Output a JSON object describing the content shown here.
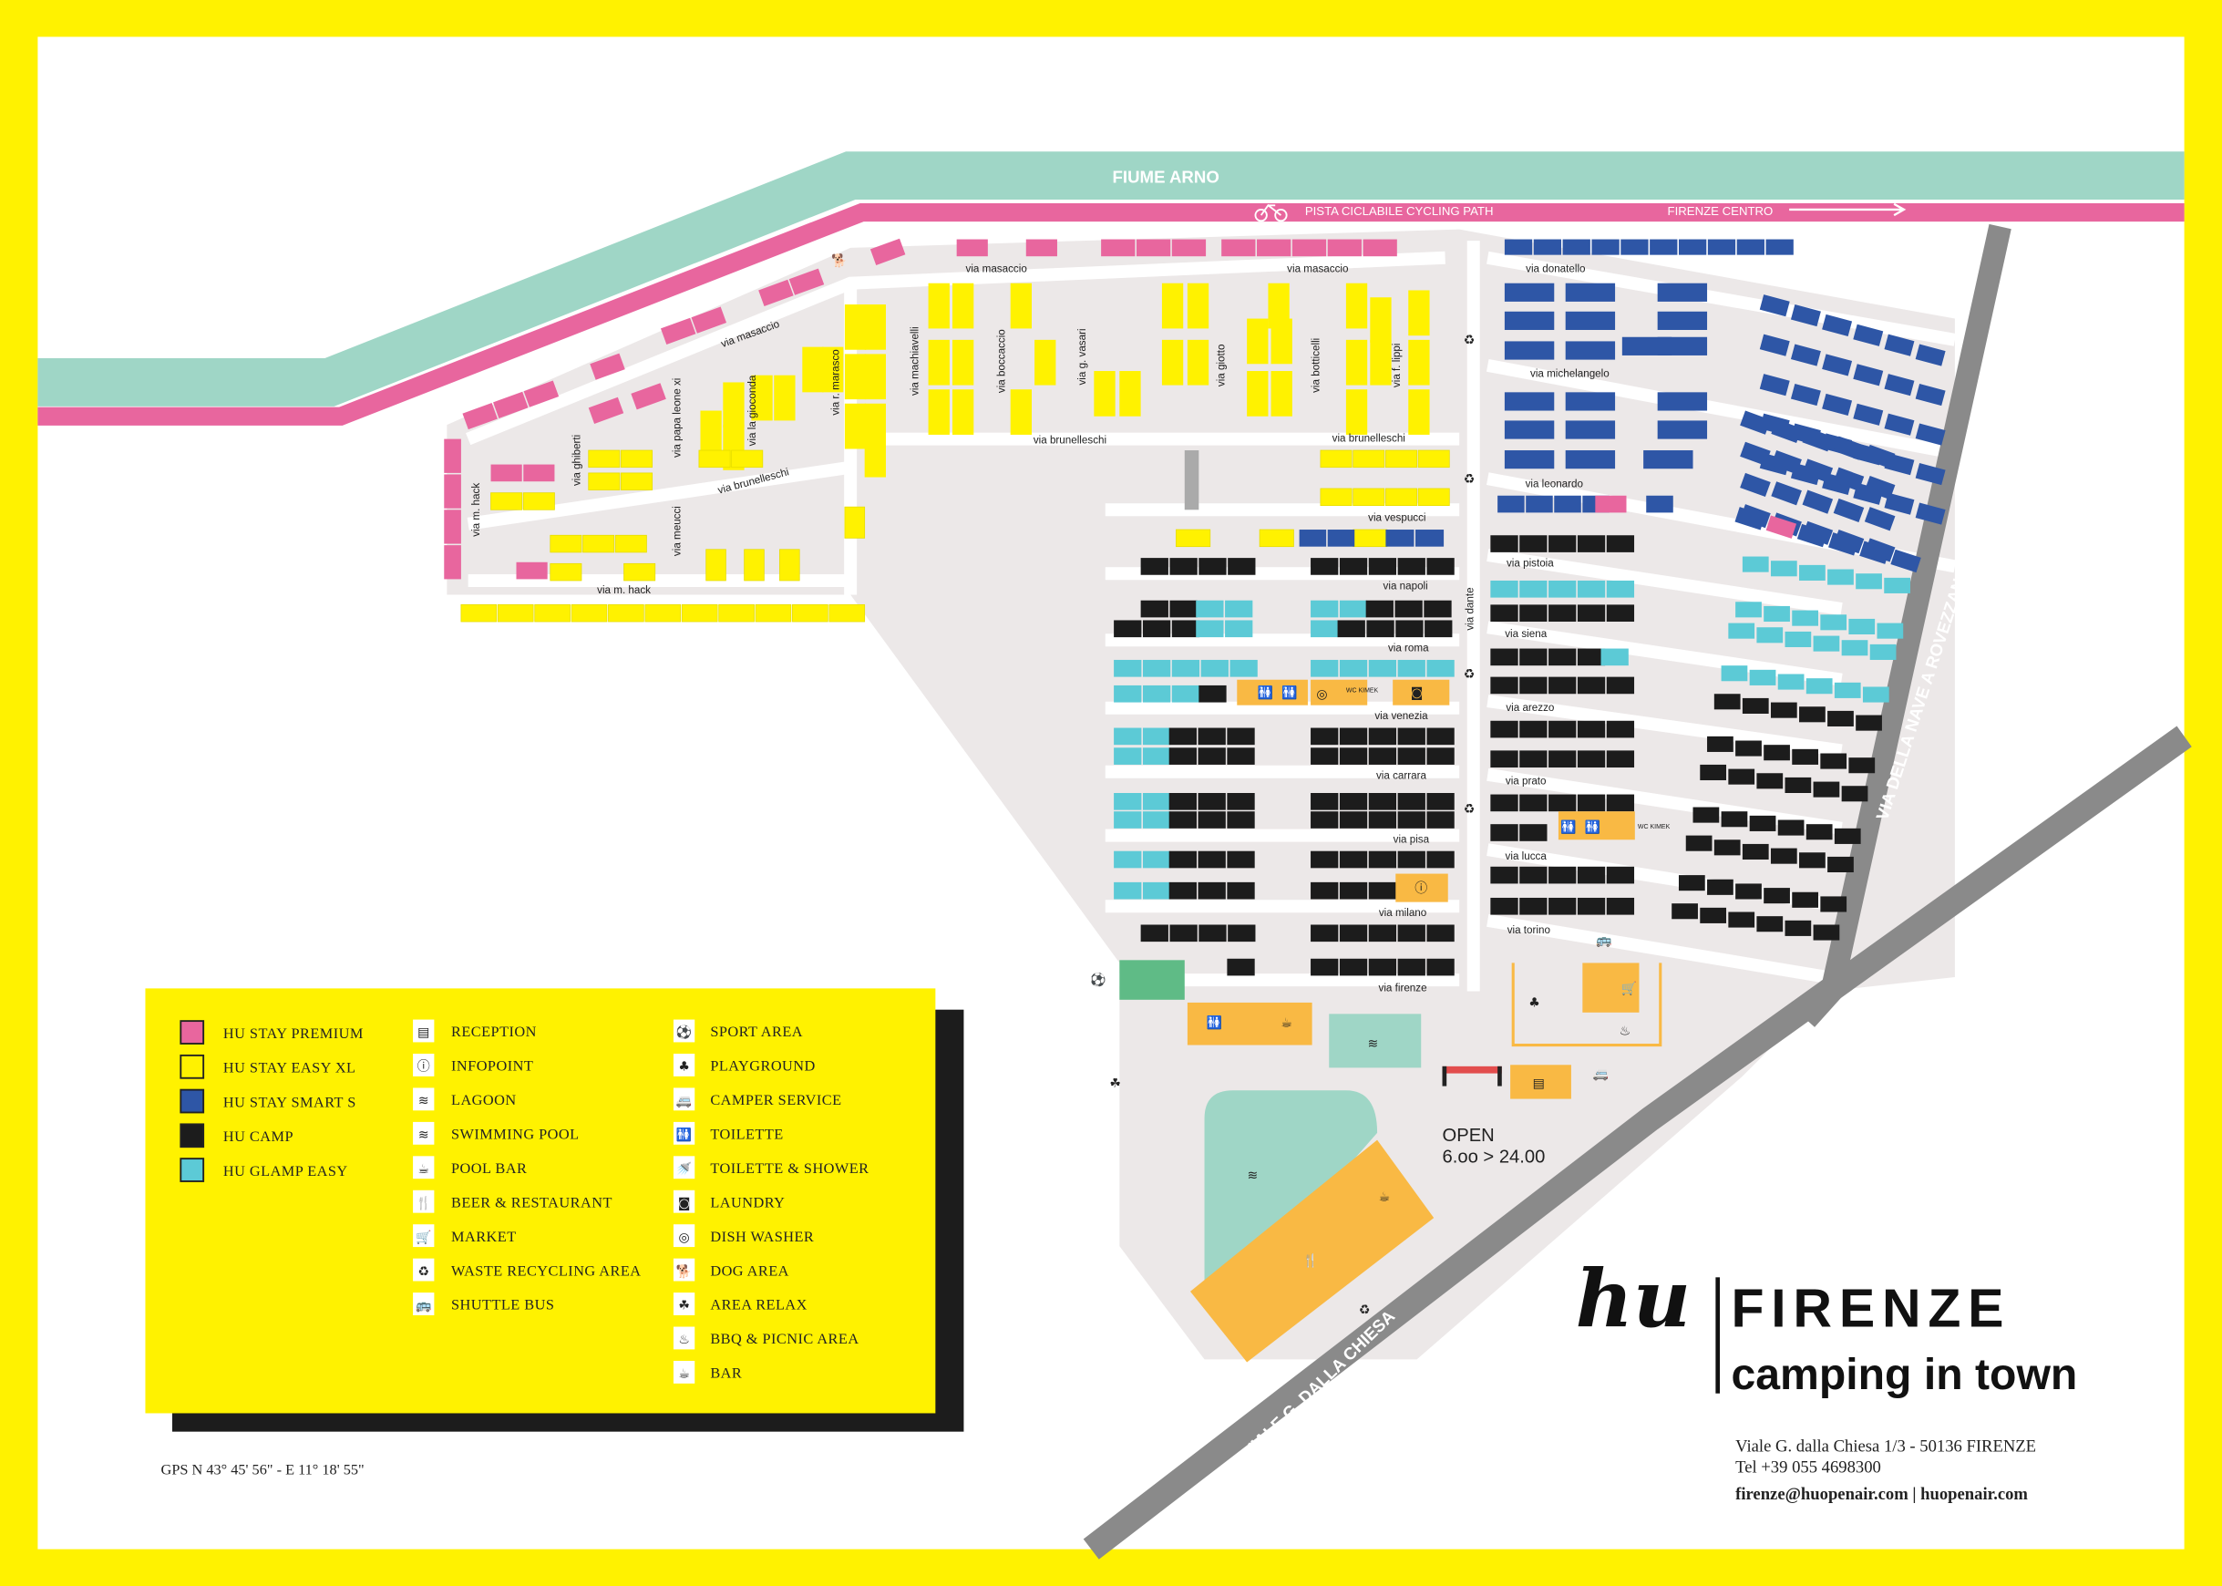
{
  "colors": {
    "premium": "#e8669e",
    "easy_xl": "#fff200",
    "smart_s": "#2e56a6",
    "camp": "#1c1c1c",
    "glamp": "#5ccad6",
    "river": "#9fd6c6",
    "cycle": "#e8669e",
    "facility": "#f9b944",
    "road": "#8a8a8a",
    "ground": "#ece8e8",
    "frame": "#fff200"
  },
  "river_label": "FIUME ARNO",
  "cycle_label": "PISTA CICLABILE CYCLING PATH",
  "centro_label": "FIRENZE CENTRO",
  "streets": [
    "via masaccio",
    "via masaccio",
    "via masaccio",
    "via donatello",
    "via michelangelo",
    "via leonardo",
    "via brunelleschi",
    "via brunelleschi",
    "via brunelleschi",
    "via vespucci",
    "via napoli",
    "via roma",
    "via venezia",
    "via carrara",
    "via pisa",
    "via milano",
    "via firenze",
    "via pistoia",
    "via siena",
    "via arezzo",
    "via prato",
    "via lucca",
    "via torino",
    "via dante",
    "via m. hack",
    "via ghiberti",
    "via papa leone xi",
    "via meucci",
    "via la gioconda",
    "via r. marasco",
    "via machiavelli",
    "via boccaccio",
    "via g. vasari",
    "via giotto",
    "via botticelli",
    "via f. lippi",
    "via m. hack"
  ],
  "roads": {
    "nave": "VIA DELLA NAVE A ROVEZZANO",
    "chiesa": "VIALE G. DALLA CHIESA"
  },
  "wc_kimek": "WC KIMEK",
  "gate": {
    "status": "OPEN",
    "hours": "6.oo > 24.00"
  },
  "legend": {
    "accommodations": [
      {
        "label": "HU STAY PREMIUM",
        "color": "premium"
      },
      {
        "label": "HU STAY EASY XL",
        "color": "easy_xl"
      },
      {
        "label": "HU STAY SMART S",
        "color": "smart_s"
      },
      {
        "label": "HU CAMP",
        "color": "camp"
      },
      {
        "label": "HU GLAMP EASY",
        "color": "glamp"
      }
    ],
    "services_1": [
      {
        "label": "RECEPTION",
        "icon": "reception-icon",
        "glyph": "▤"
      },
      {
        "label": "INFOPOINT",
        "icon": "info-icon",
        "glyph": "ⓘ"
      },
      {
        "label": "LAGOON",
        "icon": "lagoon-icon",
        "glyph": "≋"
      },
      {
        "label": "SWIMMING POOL",
        "icon": "pool-icon",
        "glyph": "≋"
      },
      {
        "label": "POOL BAR",
        "icon": "pool-bar-icon",
        "glyph": "☕"
      },
      {
        "label": "BEER & RESTAURANT",
        "icon": "restaurant-icon",
        "glyph": "🍴"
      },
      {
        "label": "MARKET",
        "icon": "market-icon",
        "glyph": "🛒"
      },
      {
        "label": "WASTE RECYCLING AREA",
        "icon": "recycle-icon",
        "glyph": "♻"
      },
      {
        "label": "SHUTTLE BUS",
        "icon": "bus-icon",
        "glyph": "🚌"
      }
    ],
    "services_2": [
      {
        "label": "SPORT AREA",
        "icon": "sport-icon",
        "glyph": "⚽"
      },
      {
        "label": "PLAYGROUND",
        "icon": "playground-icon",
        "glyph": "♣"
      },
      {
        "label": "CAMPER SERVICE",
        "icon": "camper-icon",
        "glyph": "🚐"
      },
      {
        "label": "TOILETTE",
        "icon": "toilet-icon",
        "glyph": "🚻"
      },
      {
        "label": "TOILETTE & SHOWER",
        "icon": "shower-icon",
        "glyph": "🚿"
      },
      {
        "label": "LAUNDRY",
        "icon": "laundry-icon",
        "glyph": "◙"
      },
      {
        "label": "DISH WASHER",
        "icon": "dishwasher-icon",
        "glyph": "◎"
      },
      {
        "label": "DOG AREA",
        "icon": "dog-icon",
        "glyph": "🐕"
      },
      {
        "label": "AREA RELAX",
        "icon": "relax-icon",
        "glyph": "☘"
      },
      {
        "label": "BBQ & PICNIC AREA",
        "icon": "bbq-icon",
        "glyph": "♨"
      },
      {
        "label": "BAR",
        "icon": "bar-icon",
        "glyph": "☕"
      }
    ]
  },
  "gps": "GPS N 43° 45' 56\" - E 11° 18' 55\"",
  "brand": {
    "logo": "hu",
    "name": "FIRENZE",
    "tagline": "camping in town",
    "address": "Viale G. dalla Chiesa 1/3  - 50136 FIRENZE",
    "phone": "Tel +39 055 4698300",
    "contacts": "firenze@huopenair.com | huopenair.com"
  }
}
